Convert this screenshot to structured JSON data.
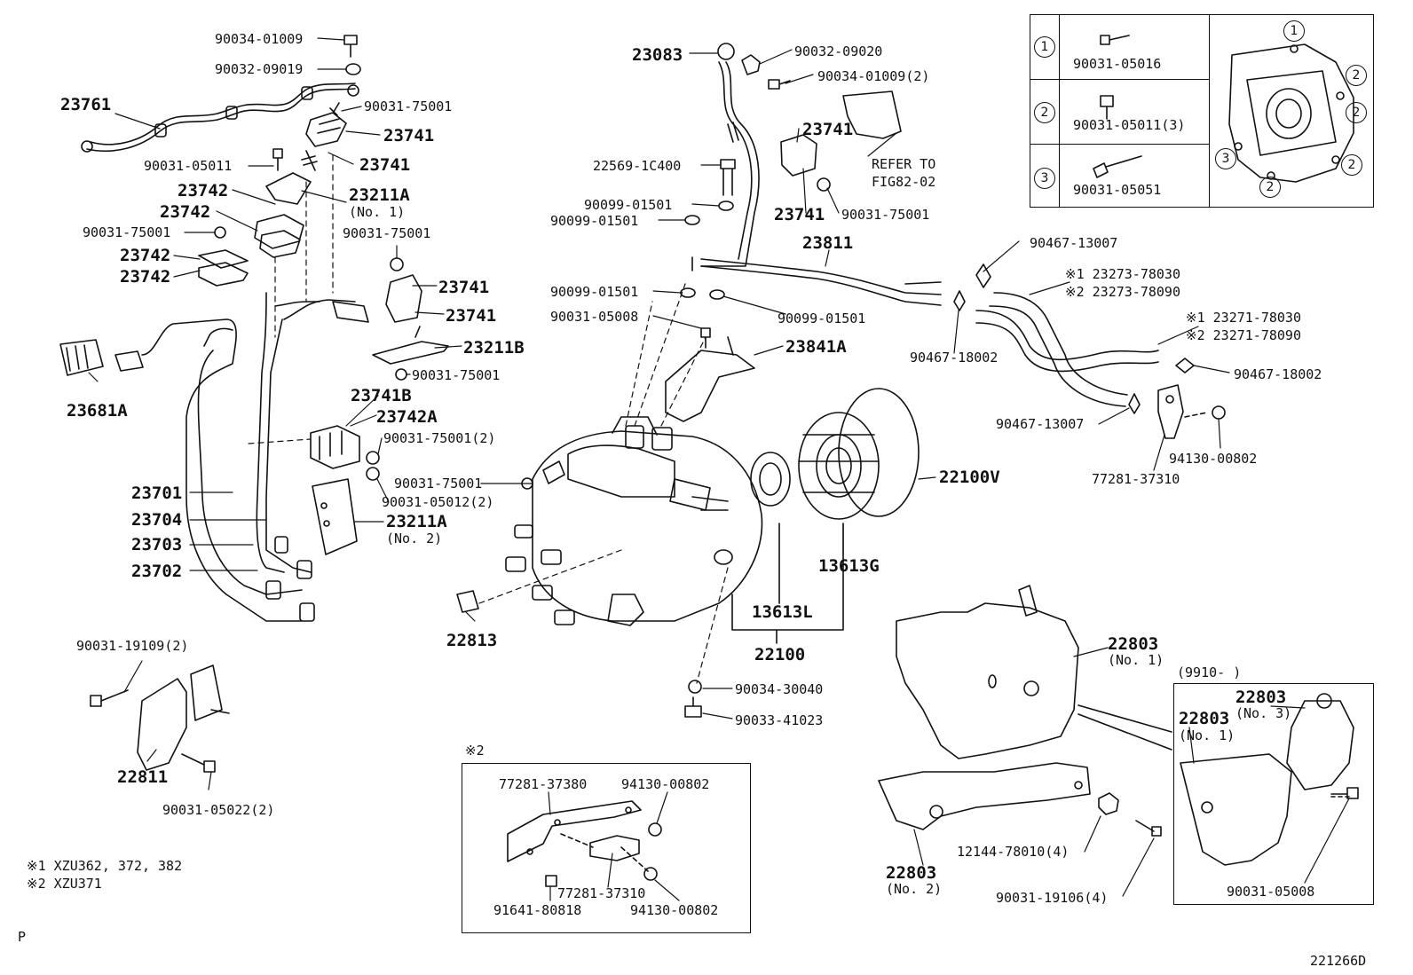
{
  "labels": {
    "p_23761": "23761",
    "p_90034_01009_a": "90034-01009",
    "p_90032_09019": "90032-09019",
    "p_90031_75001_a": "90031-75001",
    "p_23741_a": "23741",
    "p_23741_b": "23741",
    "p_90031_05011": "90031-05011",
    "p_23742_a": "23742",
    "p_23211A_1": "23211A",
    "p_no1_a": "(No. 1)",
    "p_23742_b": "23742",
    "p_90031_75001_b": "90031-75001",
    "p_90031_75001_c": "90031-75001",
    "p_23742_c": "23742",
    "p_23742_d": "23742",
    "p_23741_c": "23741",
    "p_23741_d": "23741",
    "p_23211B": "23211B",
    "p_90031_75001_d": "90031-75001",
    "p_23681A": "23681A",
    "p_23741B": "23741B",
    "p_23742A": "23742A",
    "p_90031_75001_2": "90031-75001(2)",
    "p_90031_75001_e": "90031-75001",
    "p_90031_05012_2": "90031-05012(2)",
    "p_23701": "23701",
    "p_23704": "23704",
    "p_23703": "23703",
    "p_23702": "23702",
    "p_23211A_2": "23211A",
    "p_no2_a": "(No. 2)",
    "p_22813": "22813",
    "p_90031_19109_2": "90031-19109(2)",
    "p_22811": "22811",
    "p_90031_05022_2": "90031-05022(2)",
    "p_23083": "23083",
    "p_90032_09020": "90032-09020",
    "p_90034_01009_2": "90034-01009(2)",
    "p_23741_e": "23741",
    "p_refer": "REFER TO",
    "p_fig": "FIG82-02",
    "p_22569": "22569-1C400",
    "p_90099_01501_a": "90099-01501",
    "p_90099_01501_b": "90099-01501",
    "p_23741_f": "23741",
    "p_90031_75001_f": "90031-75001",
    "p_23811": "23811",
    "p_90099_01501_c": "90099-01501",
    "p_90031_05008_a": "90031-05008",
    "p_90099_01501_d": "90099-01501",
    "p_23841A": "23841A",
    "p_90467_13007_a": "90467-13007",
    "p_23273_78030": "※1  23273-78030",
    "p_23273_78090": "※2  23273-78090",
    "p_23271_78030": "※1  23271-78030",
    "p_23271_78090": "※2  23271-78090",
    "p_90467_18002_a": "90467-18002",
    "p_90467_18002_b": "90467-18002",
    "p_90467_13007_b": "90467-13007",
    "p_94130_00802_a": "94130-00802",
    "p_77281_37310_a": "77281-37310",
    "p_22100V": "22100V",
    "p_13613G": "13613G",
    "p_13613L": "13613L",
    "p_22100": "22100",
    "p_90034_30040": "90034-30040",
    "p_90033_41023": "90033-41023",
    "p_22803_a": "22803",
    "p_no1_b": "(No. 1)",
    "p_9910": "(9910-      )",
    "p_22803_b": "22803",
    "p_no3": "(No. 3)",
    "p_22803_c": "22803",
    "p_no1_c": "(No. 1)",
    "p_22803_d": "22803",
    "p_no2_b": "(No. 2)",
    "p_12144_78010_4": "12144-78010(4)",
    "p_90031_19106_4": "90031-19106(4)",
    "p_90031_05008_b": "90031-05008",
    "p_x2": "※2",
    "p_77281_37380": "77281-37380",
    "p_94130_00802_b": "94130-00802",
    "p_77281_37310_b": "77281-37310",
    "p_91641_80818": "91641-80818",
    "p_94130_00802_c": "94130-00802"
  },
  "inset_table": {
    "rows": [
      {
        "num": "1",
        "part": "90031-05016"
      },
      {
        "num": "2",
        "part": "90031-05011(3)"
      },
      {
        "num": "3",
        "part": "90031-05051"
      }
    ],
    "circle_marks": [
      "1",
      "2",
      "2",
      "3",
      "2",
      "2"
    ]
  },
  "footnotes": {
    "note1": "※1 XZU362, 372, 382",
    "note2": "※2 XZU371",
    "corner_left": "P",
    "figure_code": "221266D"
  }
}
